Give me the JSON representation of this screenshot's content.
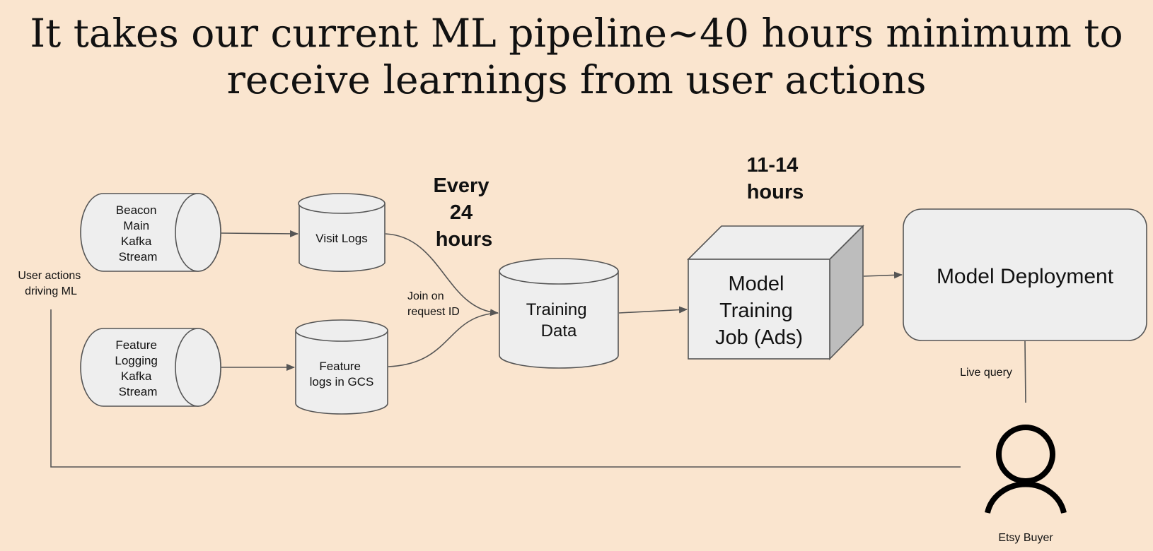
{
  "title": {
    "line1": "It takes our current ML pipeline~40 hours minimum to",
    "line2": "receive learnings from user actions"
  },
  "nodes": {
    "beacon_stream": [
      "Beacon",
      "Main",
      "Kafka",
      "Stream"
    ],
    "feature_stream": [
      "Feature",
      "Logging",
      "Kafka",
      "Stream"
    ],
    "visit_logs": "Visit Logs",
    "feature_logs": [
      "Feature",
      "logs in GCS"
    ],
    "training_data": [
      "Training",
      "Data"
    ],
    "model_training": [
      "Model",
      "Training",
      "Job (Ads)"
    ],
    "model_deployment": "Model Deployment",
    "buyer": "Etsy Buyer"
  },
  "labels": {
    "user_actions": [
      "User actions",
      "driving ML"
    ],
    "join": [
      "Join on",
      "request ID"
    ],
    "every_24": [
      "Every",
      "24",
      "hours"
    ],
    "duration_11_14": [
      "11-14",
      "hours"
    ],
    "live_query": "Live query"
  },
  "colors": {
    "background": "#fae5cf",
    "shape_fill": "#eeeeee",
    "box_side": "#bdbdbd",
    "stroke": "#555555"
  },
  "icons": {
    "buyer": "person-icon"
  }
}
